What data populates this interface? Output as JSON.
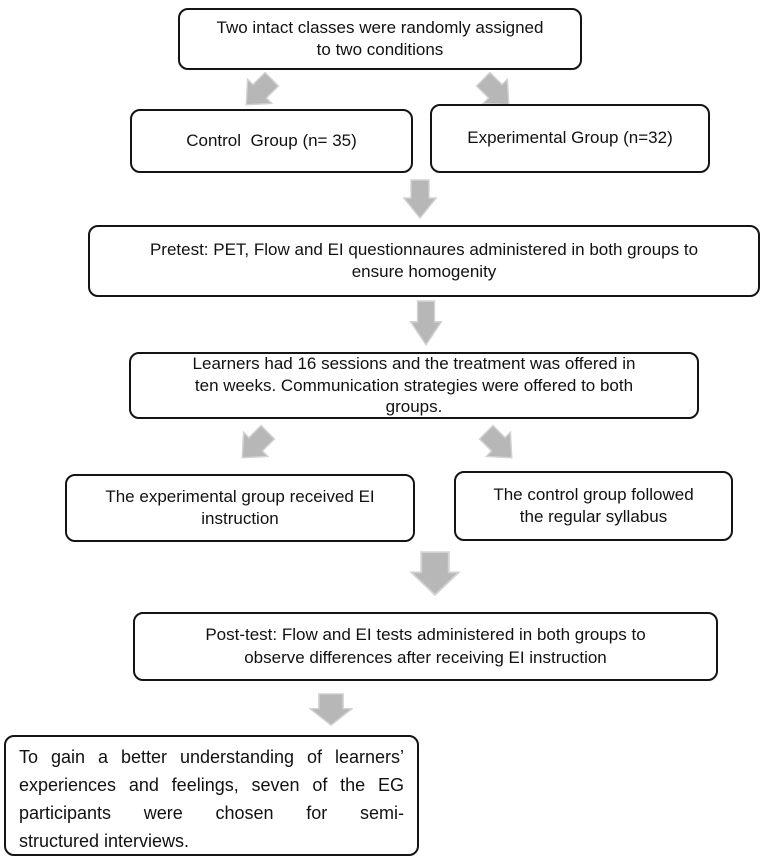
{
  "theme": {
    "arrow_fill": "#b7b7b7",
    "arrow_stroke": "#d2d2d2",
    "box_border_color": "#141414",
    "background": "#ffffff"
  },
  "flowchart": {
    "nodes": {
      "assign": {
        "text": "Two intact classes were randomly assigned\nto two conditions"
      },
      "control_group": {
        "text": "Control  Group (n= 35)"
      },
      "experimental_group": {
        "text": "Experimental Group (n=32)"
      },
      "pretest": {
        "text": "Pretest: PET, Flow and EI questionnaures administered in both groups to\nensure homogenity"
      },
      "treatment": {
        "text": "Learners had 16 sessions and the treatment was offered in\nten weeks. Communication strategies were offered to both\ngroups."
      },
      "eg_instruction": {
        "text": "The experimental group received EI\ninstruction"
      },
      "cg_syllabus": {
        "text": "The control group followed\nthe regular syllabus"
      },
      "posttest": {
        "text": "Post-test: Flow and EI tests administered in both groups to\nobserve differences after receiving EI instruction"
      },
      "interviews": {
        "lines": [
          "To gain a better understanding of learners’",
          "experiences and feelings, seven of the EG",
          "participants were chosen for semi-",
          "structured interviews."
        ]
      }
    },
    "connectors": [
      {
        "name": "arrow-assign-to-control-group",
        "direction": "down-left"
      },
      {
        "name": "arrow-assign-to-experimental-group",
        "direction": "down-right"
      },
      {
        "name": "arrow-groups-to-pretest",
        "direction": "down"
      },
      {
        "name": "arrow-pretest-to-treatment",
        "direction": "down"
      },
      {
        "name": "arrow-treatment-to-eg",
        "direction": "down-left"
      },
      {
        "name": "arrow-treatment-to-cg",
        "direction": "down-right"
      },
      {
        "name": "arrow-to-posttest",
        "direction": "down"
      },
      {
        "name": "arrow-posttest-to-interviews",
        "direction": "down"
      }
    ]
  }
}
